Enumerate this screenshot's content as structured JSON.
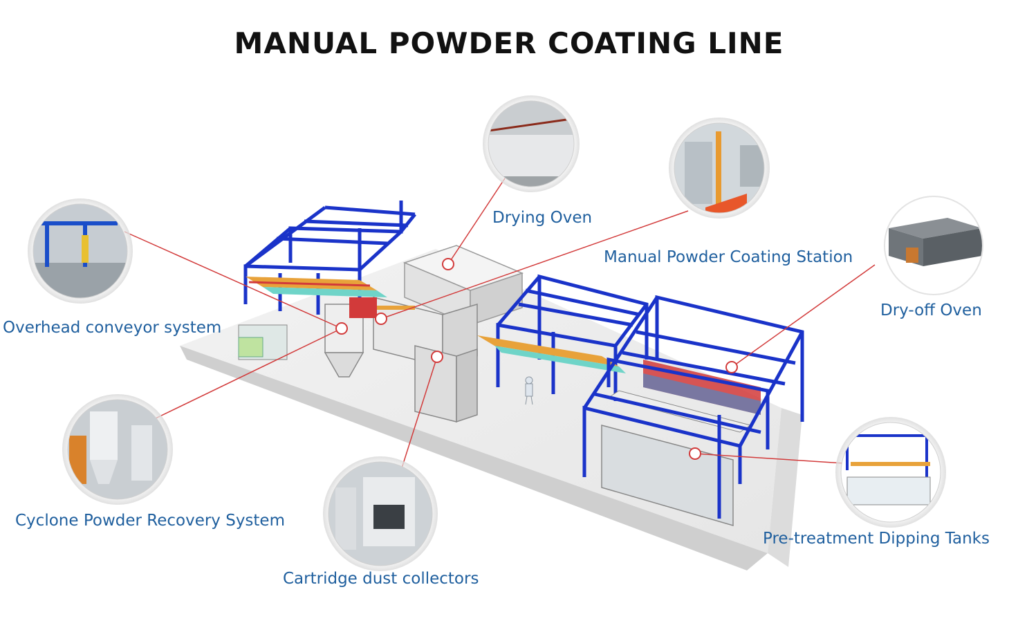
{
  "title": "MANUAL POWDER COATING LINE",
  "labels": {
    "drying_oven": "Drying Oven",
    "manual_station": "Manual Powder Coating Station",
    "dry_off_oven": "Dry-off Oven",
    "overhead_conveyor": "Overhead conveyor system",
    "cyclone": "Cyclone Powder Recovery System",
    "cartridge": "Cartridge dust collectors",
    "pretreatment": "Pre-treatment Dipping Tanks"
  },
  "colors": {
    "frame_blue": "#1a33c9",
    "conveyor_orange": "#e8a23a",
    "rail_teal": "#6fd4c8",
    "leader_red": "#d23a3a",
    "label_blue": "#1f5f9e",
    "floor_grey": "#e4e4e4"
  }
}
